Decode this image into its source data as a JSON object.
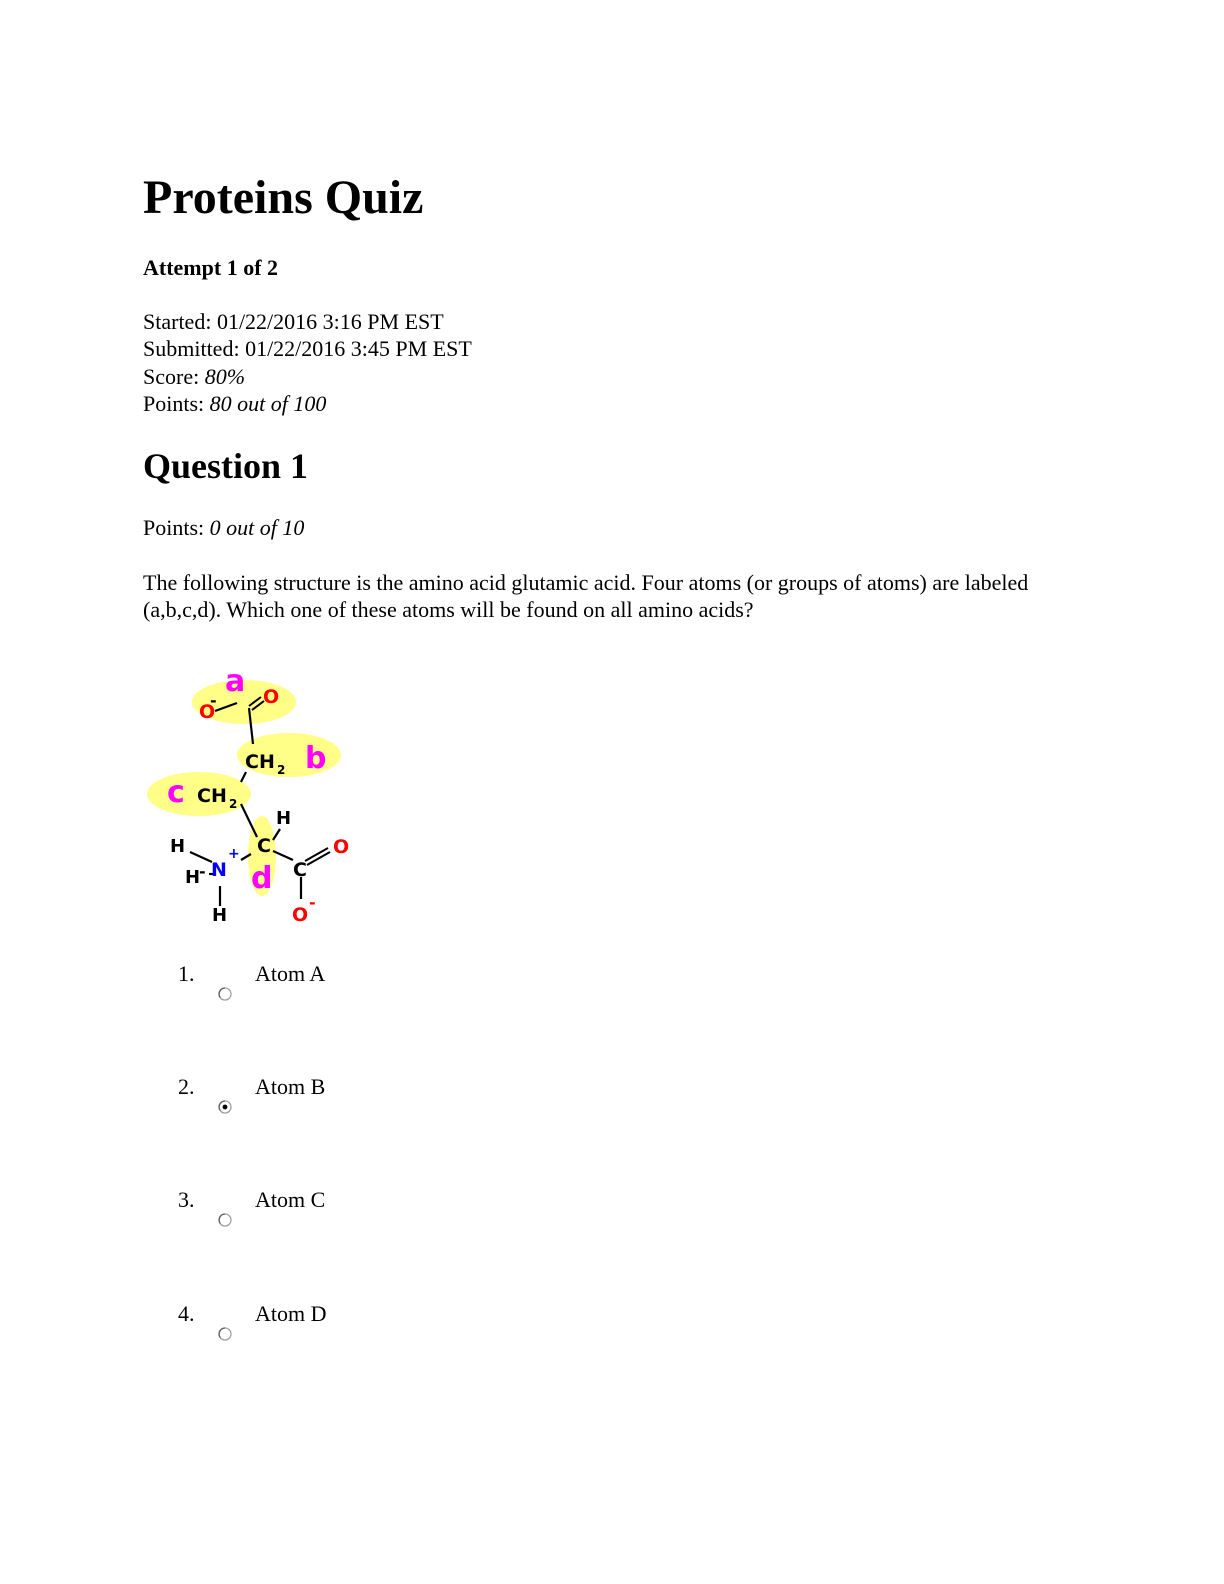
{
  "quiz": {
    "title": "Proteins Quiz",
    "attempt": "Attempt 1 of 2",
    "started_label": "Started:",
    "started_value": "01/22/2016 3:16 PM EST",
    "submitted_label": "Submitted:",
    "submitted_value": "01/22/2016 3:45 PM EST",
    "score_label": "Score:",
    "score_value": "80%",
    "points_label": "Points:",
    "points_value": "80 out of 100"
  },
  "question": {
    "title": "Question 1",
    "points_label": "Points:",
    "points_value": "0 out of 10",
    "text": "The following structure is the amino acid glutamic acid. Four atoms (or groups of atoms) are labeled (a,b,c,d). Which one of these atoms will be found on all amino acids?",
    "figure_labels": {
      "a": "a",
      "b": "b",
      "c": "c",
      "d": "d"
    },
    "options": [
      {
        "num": "1.",
        "label": "Atom A",
        "selected": false
      },
      {
        "num": "2.",
        "label": "Atom B",
        "selected": true
      },
      {
        "num": "3.",
        "label": "Atom C",
        "selected": false
      },
      {
        "num": "4.",
        "label": "Atom D",
        "selected": false
      }
    ]
  },
  "colors": {
    "highlight": "#ffff88",
    "label": "#ff00ff",
    "oxygen": "#ff0000",
    "nitrogen": "#0000ff"
  }
}
